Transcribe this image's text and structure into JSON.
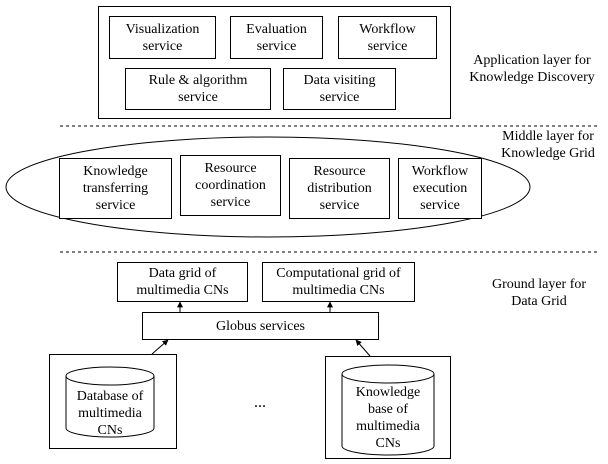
{
  "application_layer": {
    "label": "Application layer for\nKnowledge Discovery",
    "services": [
      "Visualization\nservice",
      "Evaluation\nservice",
      "Workflow\nservice",
      "Rule & algorithm\nservice",
      "Data visiting\nservice"
    ]
  },
  "middle_layer": {
    "label": "Middle layer for\nKnowledge Grid",
    "services": [
      "Knowledge\ntransferring\nservice",
      "Resource\ncoordination\nservice",
      "Resource\ndistribution\nservice",
      "Workflow\nexecution\nservice"
    ]
  },
  "ground_layer": {
    "label": "Ground layer for\nData Grid",
    "grids": [
      "Data grid of\nmultimedia CNs",
      "Computational grid of\nmultimedia CNs"
    ],
    "globus": "Globus services",
    "databases": [
      "Database of\nmultimedia\nCNs",
      "Knowledge\nbase of\nmultimedia\nCNs"
    ],
    "ellipsis": "..."
  }
}
